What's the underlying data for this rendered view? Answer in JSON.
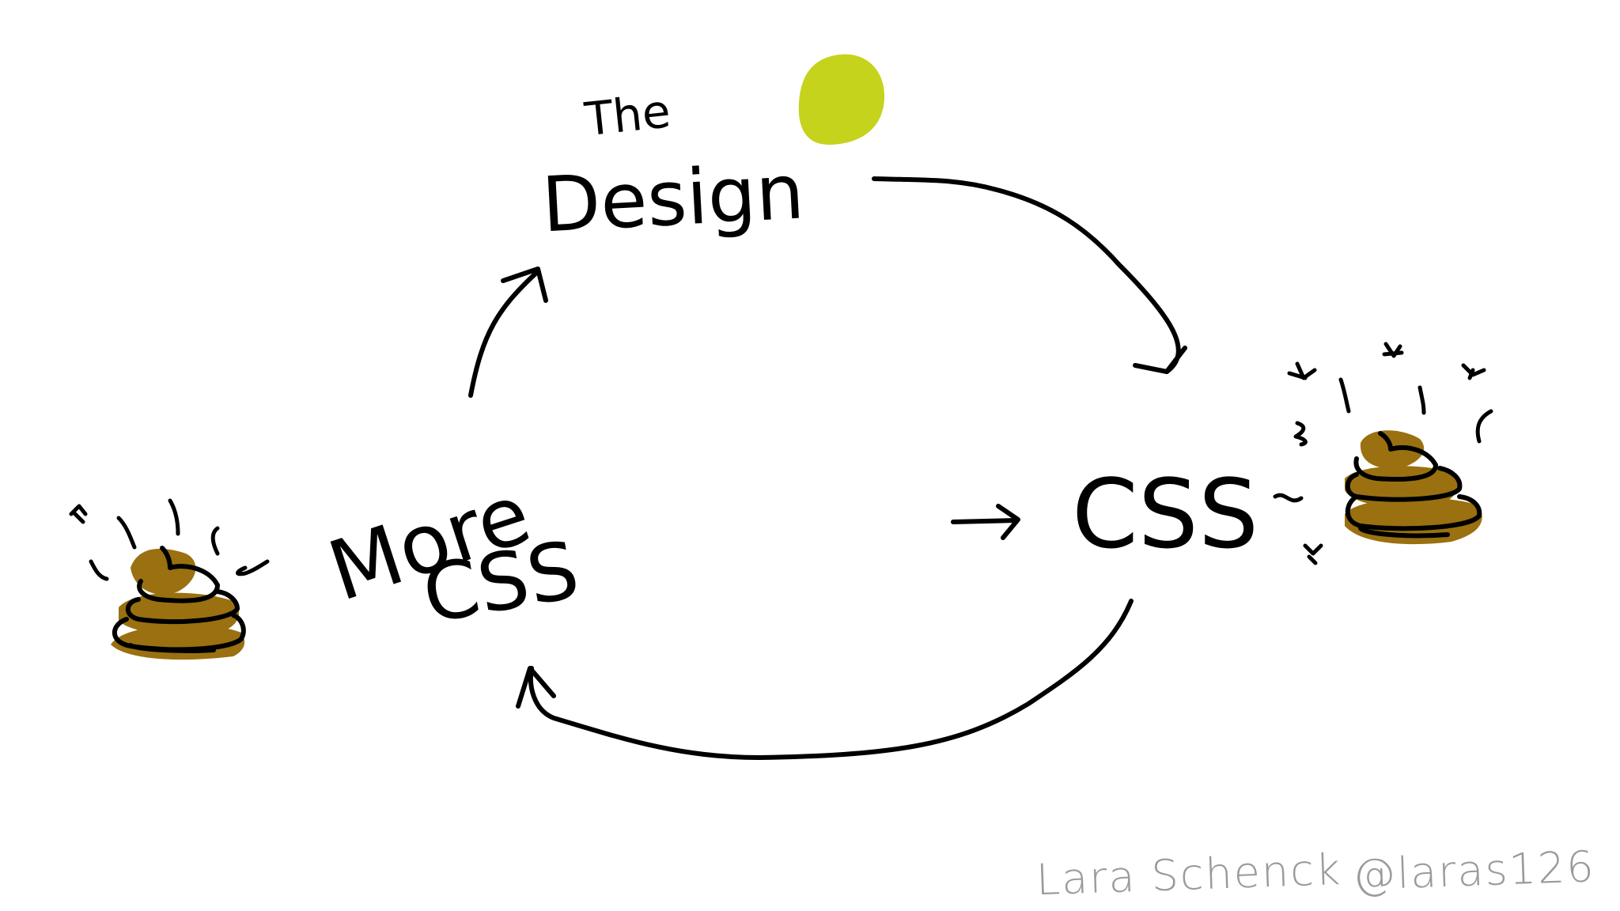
{
  "diagram": {
    "nodes": [
      {
        "id": "the-design",
        "line1": "The",
        "line2": "Design"
      },
      {
        "id": "css",
        "label": "CSS"
      },
      {
        "id": "more-css",
        "line1": "More",
        "line2": "CSS"
      }
    ],
    "edges": [
      {
        "from": "the-design",
        "to": "css"
      },
      {
        "from": "css",
        "to": "more-css"
      },
      {
        "from": "more-css",
        "to": "the-design"
      }
    ],
    "credit": {
      "author": "Lara Schenck",
      "handle": "@laras126"
    },
    "colors": {
      "ink": "#000000",
      "accent_dot": "#c5d31d",
      "poop": "#9a7010",
      "credit": "#9a9a9a"
    },
    "icons": [
      "green-dot-icon",
      "poop-icon",
      "stink-lines-icon"
    ]
  }
}
